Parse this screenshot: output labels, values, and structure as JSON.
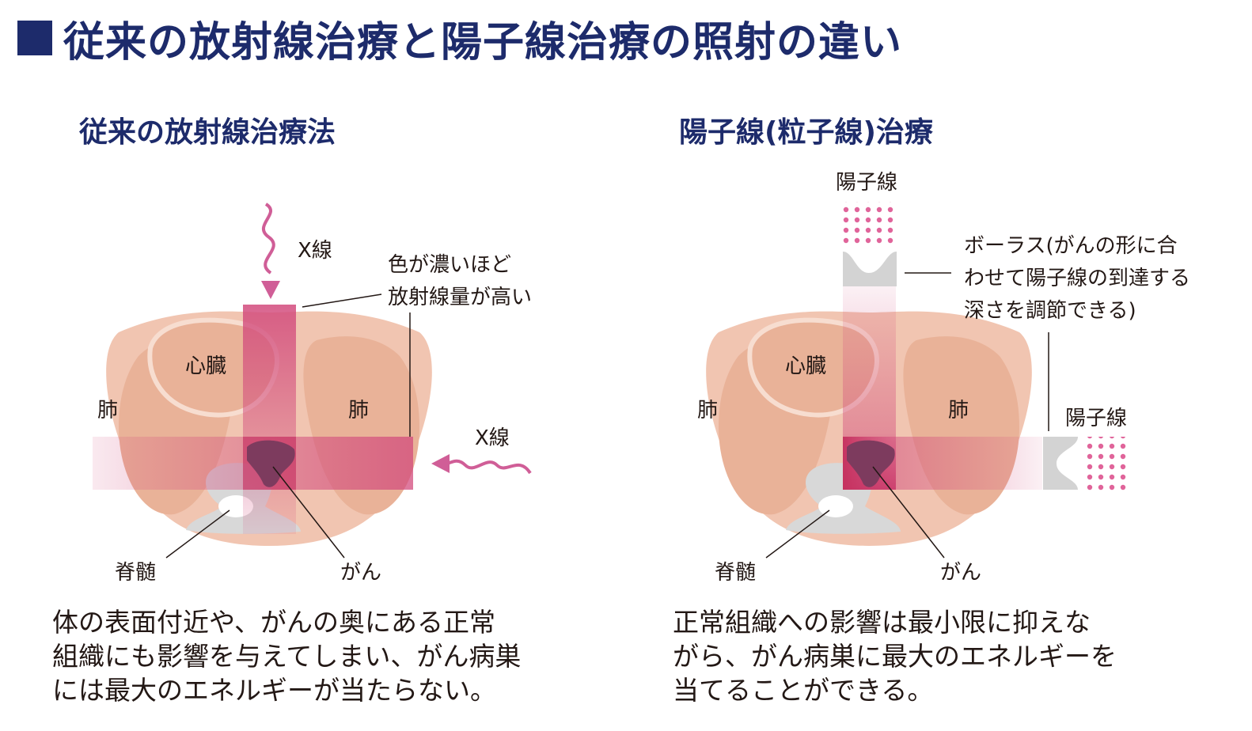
{
  "title": "従来の放射線治療と陽子線治療の照射の違い",
  "left": {
    "heading": "従来の放射線治療法",
    "beam_label_top": "X線",
    "beam_label_side": "X線",
    "note_line1": "色が濃いほど",
    "note_line2": "放射線量が高い",
    "heart": "心臓",
    "lung_left": "肺",
    "lung_right": "肺",
    "spine": "脊髄",
    "cancer": "がん",
    "description": "体の表面付近や、がんの奥にある正常\n組織にも影響を与えてしまい、がん病巣\nには最大のエネルギーが当たらない。"
  },
  "right": {
    "heading": "陽子線(粒子線)治療",
    "beam_label_top": "陽子線",
    "beam_label_side": "陽子線",
    "bolus_line1": "ボーラス(がんの形に合",
    "bolus_line2": "わせて陽子線の到達する",
    "bolus_line3": "深さを調節できる)",
    "heart": "心臓",
    "lung_left": "肺",
    "lung_right": "肺",
    "spine": "脊髄",
    "cancer": "がん",
    "description": "正常組織への影響は最小限に抑えな\nがら、がん病巣に最大のエネルギーを\n当てることができる。"
  },
  "colors": {
    "title": "#1d2b6b",
    "body": "#f1c5b1",
    "organ": "#e9b298",
    "beam": "#d24a7c",
    "beam_dark": "#c5305e",
    "tumor": "#7d3b5e",
    "bone": "#d8d8d8",
    "bolus": "#d3d3d3",
    "dots": "#e0649a"
  }
}
